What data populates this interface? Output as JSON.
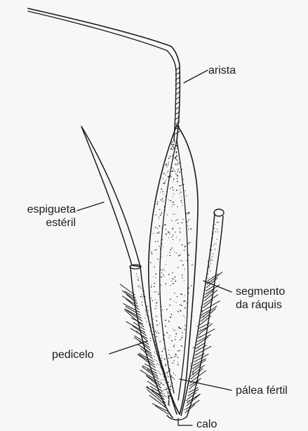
{
  "labels": {
    "arista": "arista",
    "espigueta_esteril": [
      "espigueta",
      "estéril"
    ],
    "segmento_raquis": [
      "segmento",
      "da ráquis"
    ],
    "pedicelo": "pedicelo",
    "palea_fertil": "pálea fértil",
    "calo": "calo"
  },
  "colors": {
    "ink": "#1a1a1a",
    "paper": "#f7f7f5"
  }
}
